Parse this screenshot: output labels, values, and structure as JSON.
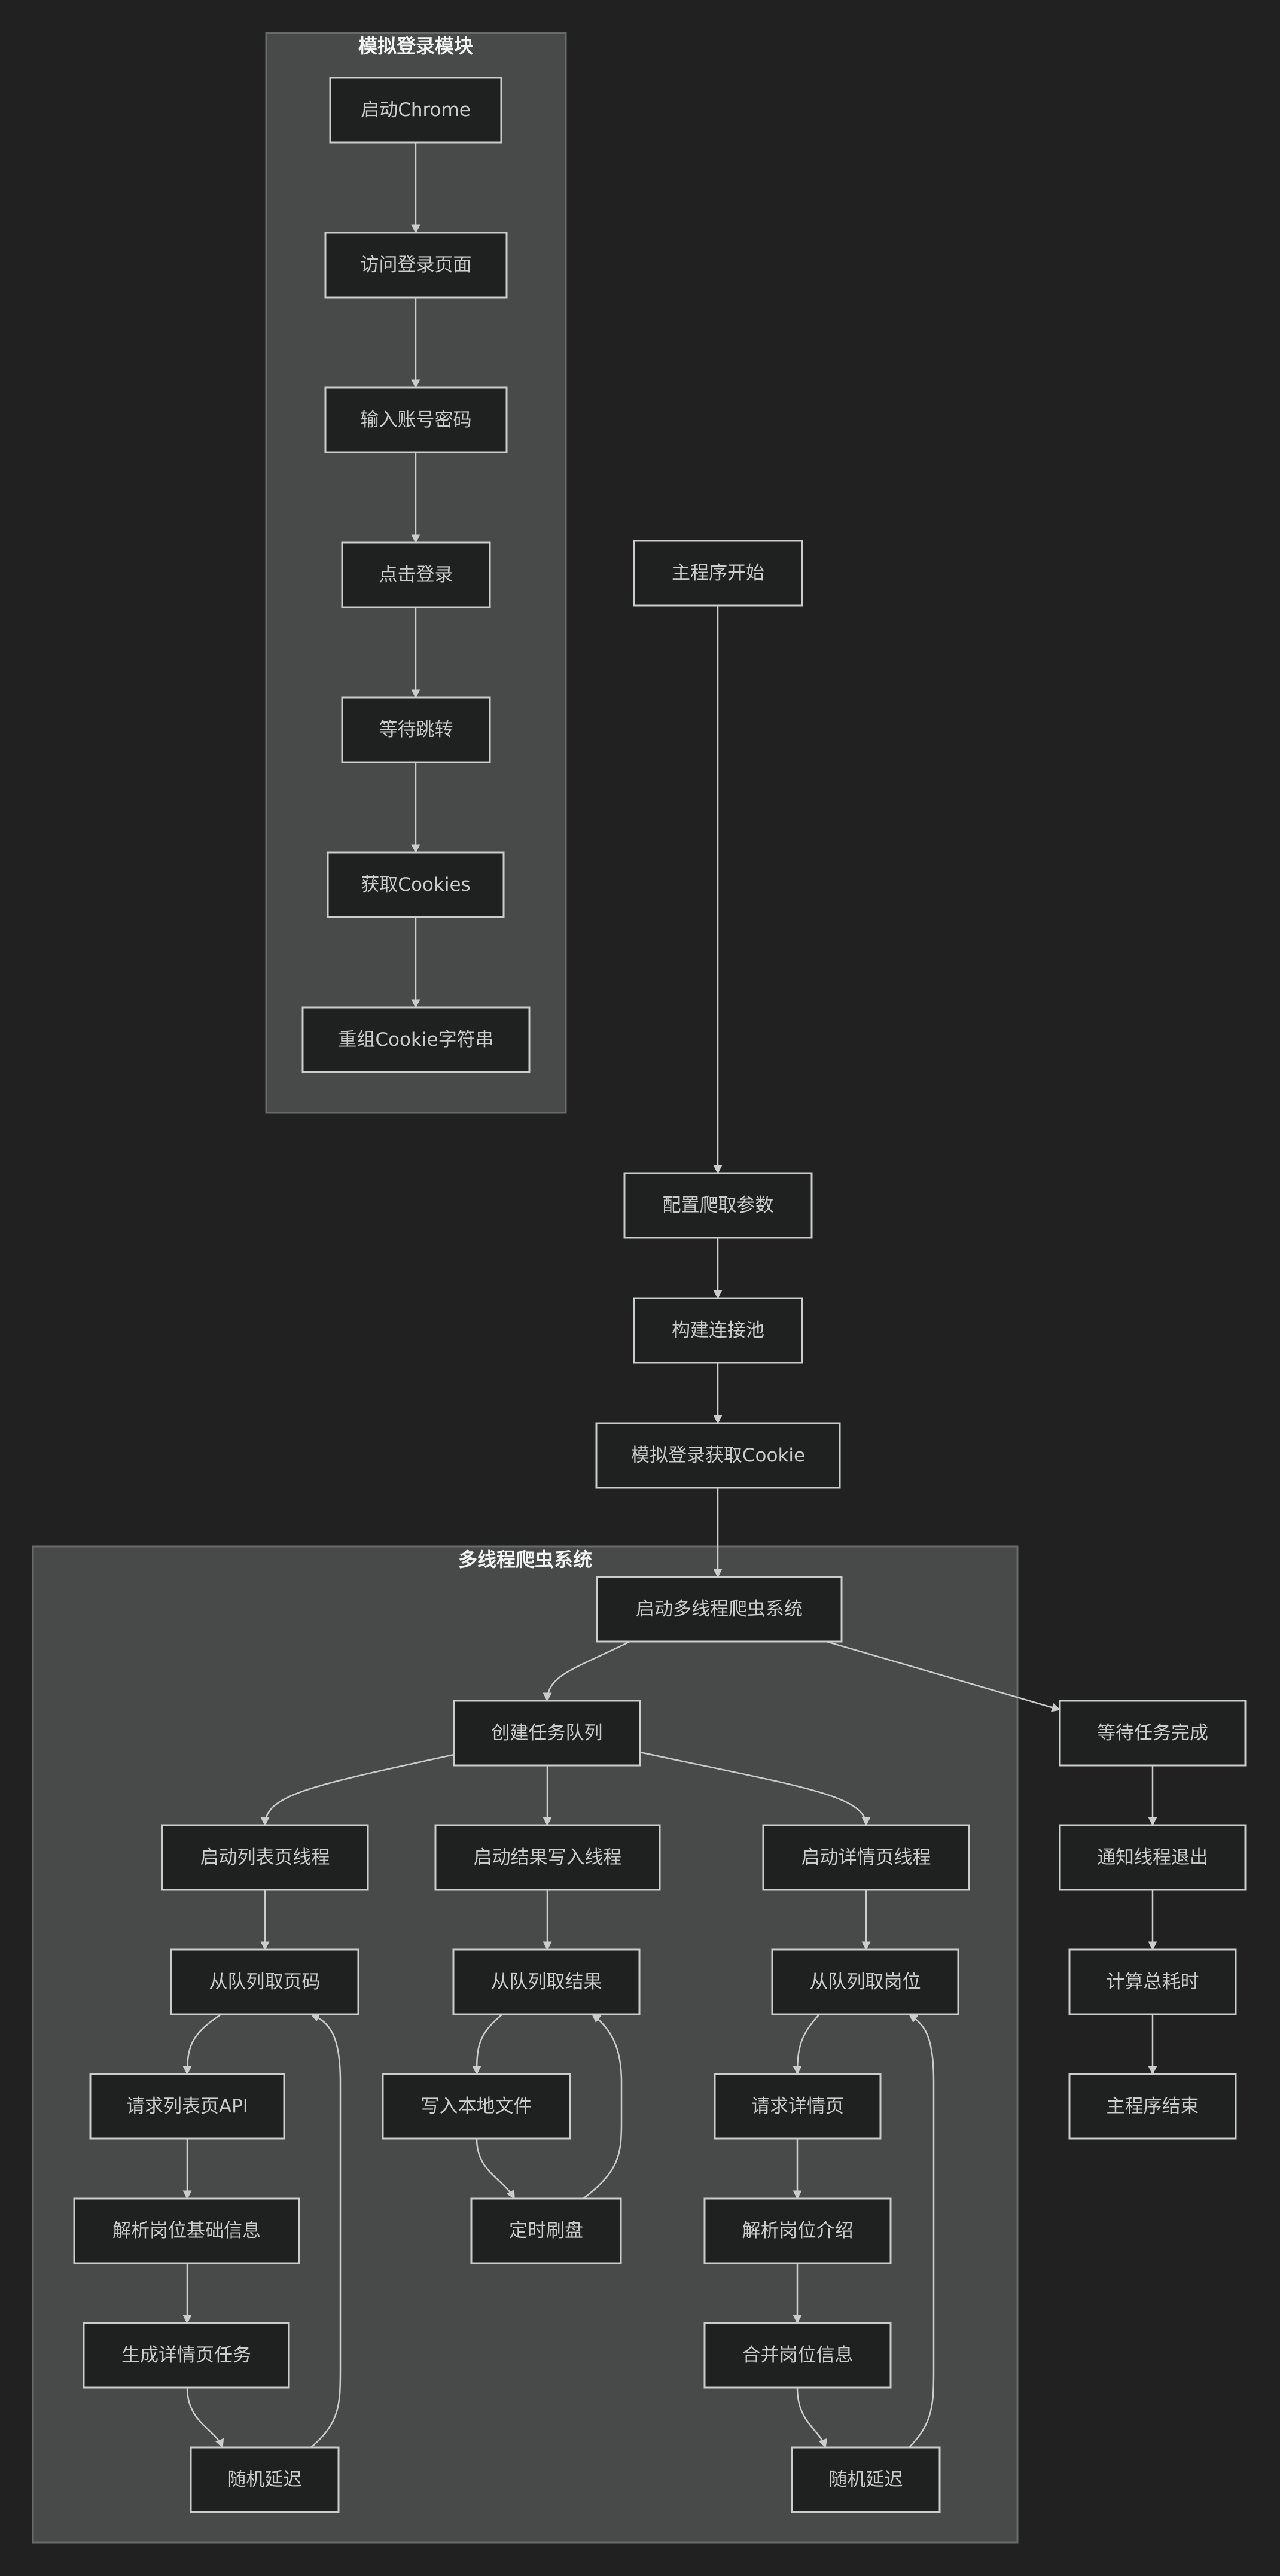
{
  "clusters": {
    "login": {
      "title": "模拟登录模块"
    },
    "crawler": {
      "title": "多线程爬虫系统"
    }
  },
  "nodes": {
    "start_chrome": "启动Chrome",
    "visit_login": "访问登录页面",
    "input_account": "输入账号密码",
    "click_login": "点击登录",
    "wait_redirect": "等待跳转",
    "get_cookies": "获取Cookies",
    "rebuild_cookie": "重组Cookie字符串",
    "main_start": "主程序开始",
    "config_params": "配置爬取参数",
    "build_pool": "构建连接池",
    "sim_login": "模拟登录获取Cookie",
    "start_crawler": "启动多线程爬虫系统",
    "create_queue": "创建任务队列",
    "start_list_thread": "启动列表页线程",
    "start_writer_thread": "启动结果写入线程",
    "start_detail_thread": "启动详情页线程",
    "take_page": "从队列取页码",
    "take_result": "从队列取结果",
    "take_job": "从队列取岗位",
    "request_list_api": "请求列表页API",
    "write_file": "写入本地文件",
    "request_detail": "请求详情页",
    "parse_basic": "解析岗位基础信息",
    "flush_disk": "定时刷盘",
    "parse_intro": "解析岗位介绍",
    "gen_detail_task": "生成详情页任务",
    "merge_job": "合并岗位信息",
    "random_delay_list": "随机延迟",
    "random_delay_detail": "随机延迟",
    "wait_done": "等待任务完成",
    "notify_exit": "通知线程退出",
    "calc_time": "计算总耗时",
    "main_end": "主程序结束"
  }
}
